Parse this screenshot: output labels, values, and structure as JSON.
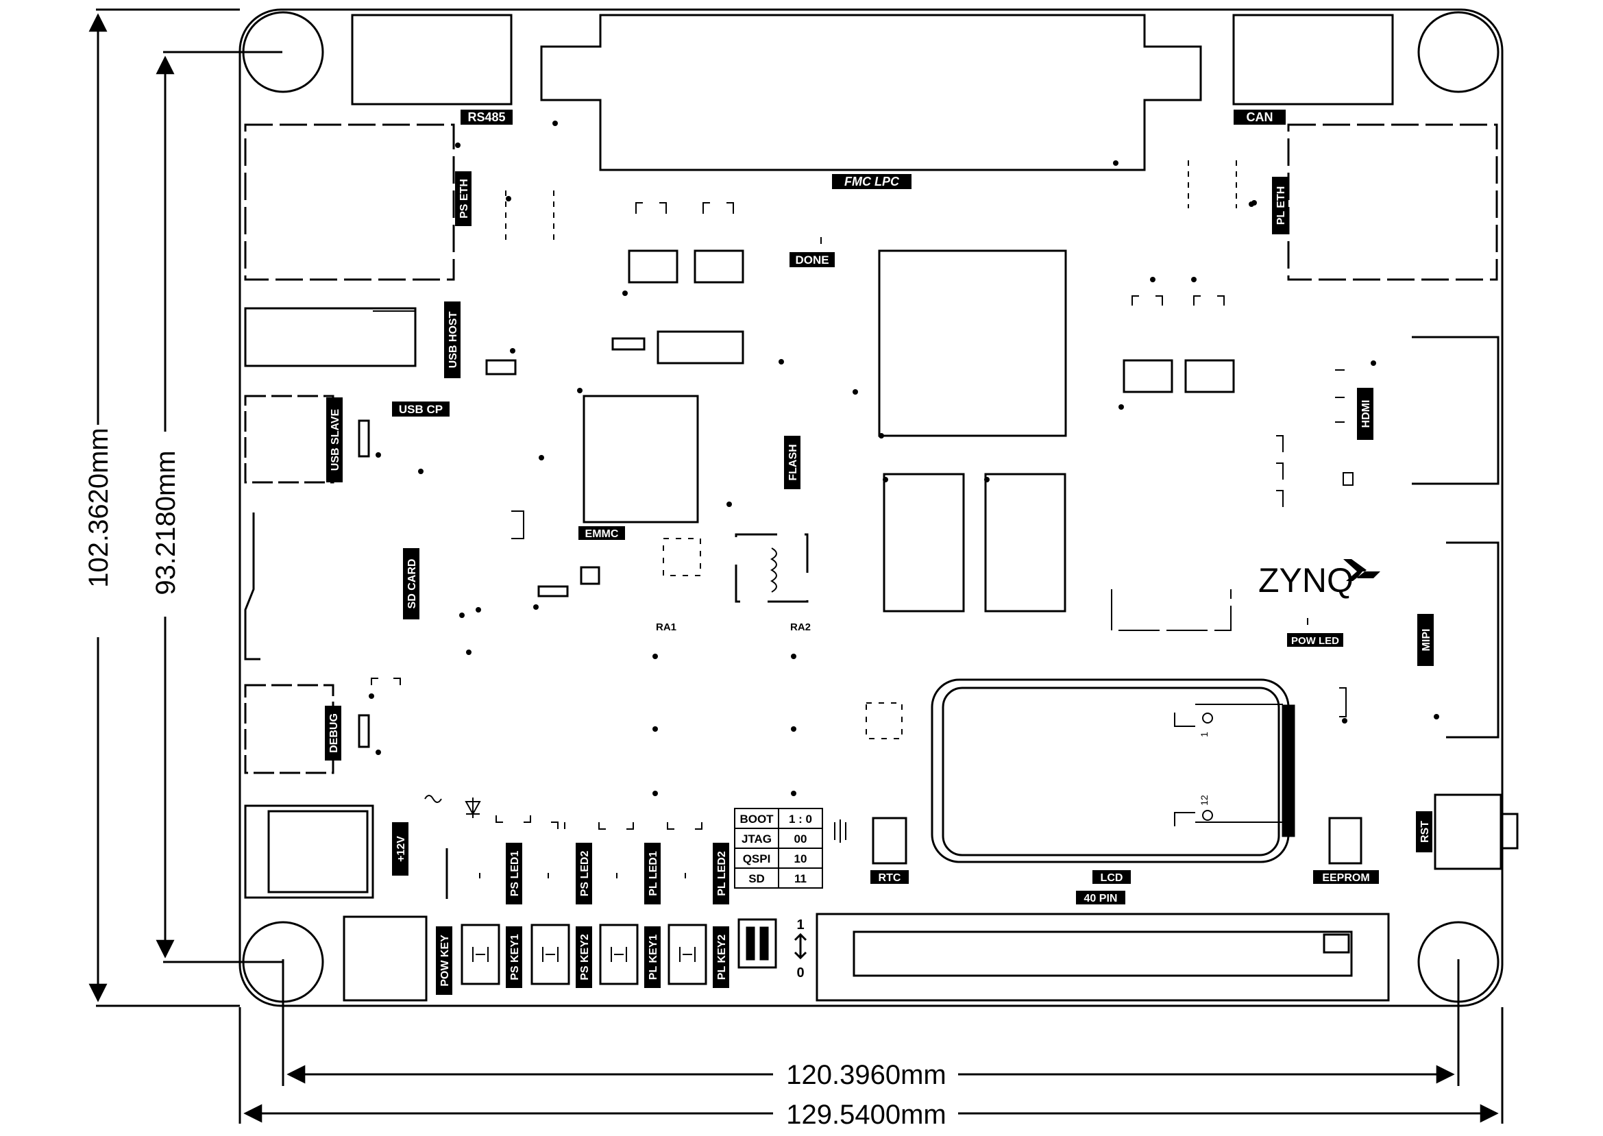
{
  "dimensions": {
    "overall_height": "102.3620mm",
    "hole_pitch_height": "93.2180mm",
    "hole_pitch_width": "120.3960mm",
    "overall_width": "129.5400mm"
  },
  "labels": {
    "rs485": "RS485",
    "fmc": "FMC LPC",
    "can": "CAN",
    "ps_eth": "PS ETH",
    "pl_eth": "PL ETH",
    "done": "DONE",
    "usb_host": "USB HOST",
    "usb_cp": "USB CP",
    "usb_slave": "USB SLAVE",
    "hdmi": "HDMI",
    "flash": "FLASH",
    "emmc": "EMMC",
    "sd_card": "SD CARD",
    "ra1": "RA1",
    "ra2": "RA2",
    "zynq": "ZYNQ",
    "pow_led": "POW LED",
    "mipi": "MIPI",
    "debug": "DEBUG",
    "rst": "RST",
    "rtc": "RTC",
    "lcd": "LCD",
    "forty_pin": "40 PIN",
    "eeprom": "EEPROM",
    "plus_12v": "+12V",
    "ps_led1": "PS LED1",
    "ps_led2": "PS LED2",
    "pl_led1": "PL LED1",
    "pl_led2": "PL LED2",
    "pow_key": "POW KEY",
    "ps_key1": "PS KEY1",
    "ps_key2": "PS KEY2",
    "pl_key1": "PL KEY1",
    "pl_key2": "PL KEY2",
    "switch_on": "1",
    "switch_off": "0",
    "pin_1": "1",
    "pin_12": "12"
  },
  "boot_table": {
    "rows": [
      [
        "BOOT",
        "1 : 0"
      ],
      [
        "JTAG",
        "00"
      ],
      [
        "QSPI",
        "10"
      ],
      [
        "SD",
        "11"
      ]
    ]
  }
}
